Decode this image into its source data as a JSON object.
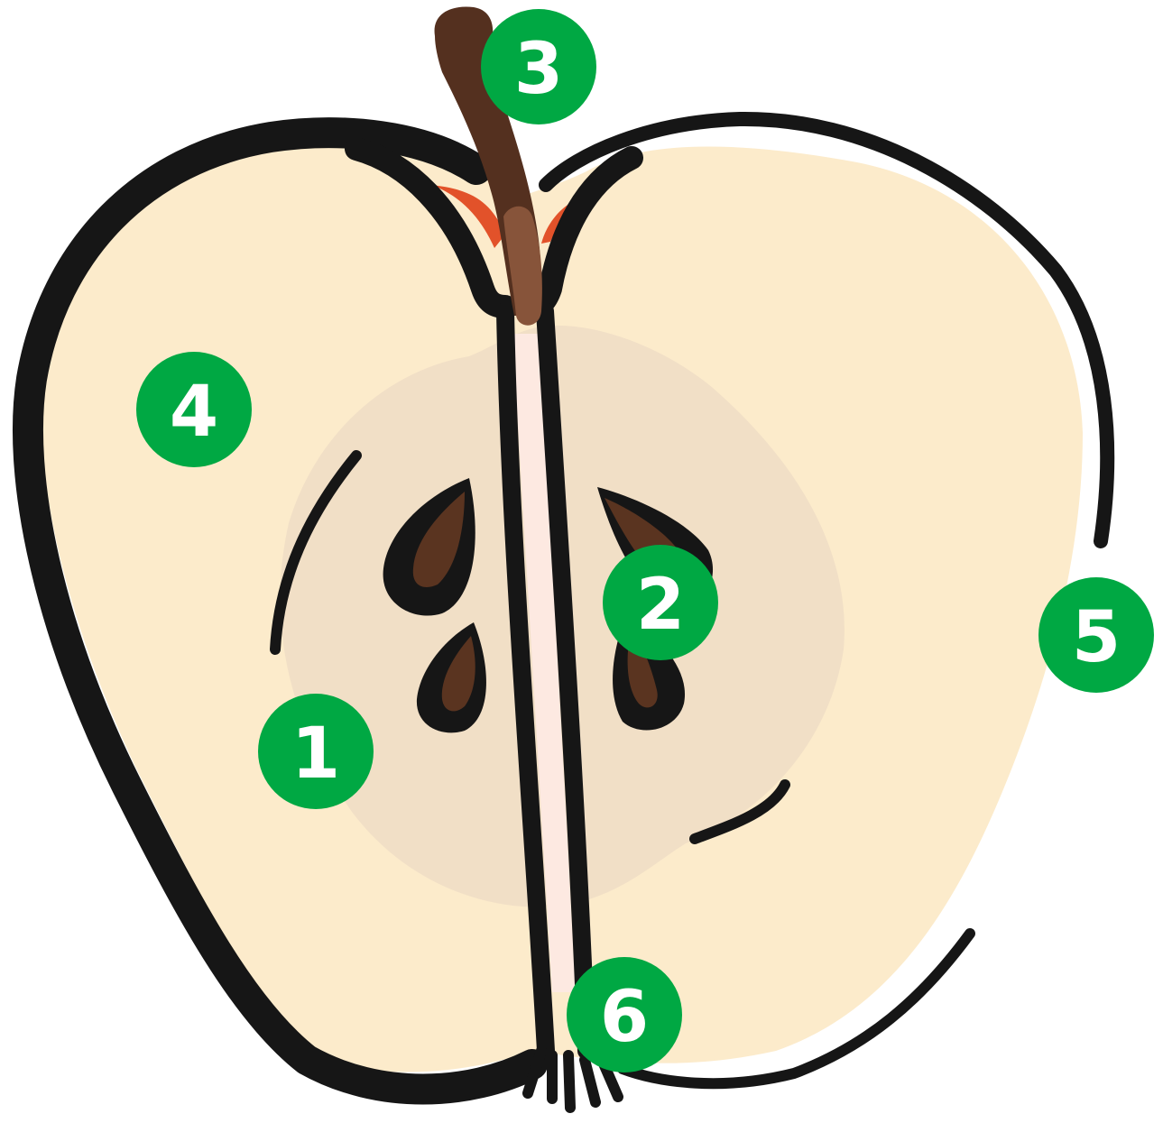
{
  "colors": {
    "flesh": "#fcebcb",
    "core": "#f1dfc6",
    "outline": "#161616",
    "stem": "#54301f",
    "stem_light": "#87543a",
    "seed": "#5a3420",
    "cavity_red": "#e2522a",
    "center_line": "#fde9e1",
    "badge_fill": "#00a843",
    "badge_text": "#ffffff"
  },
  "labels": {
    "core": "1",
    "seed": "2",
    "stem": "3",
    "flesh": "4",
    "skin": "5",
    "calyx": "6"
  }
}
